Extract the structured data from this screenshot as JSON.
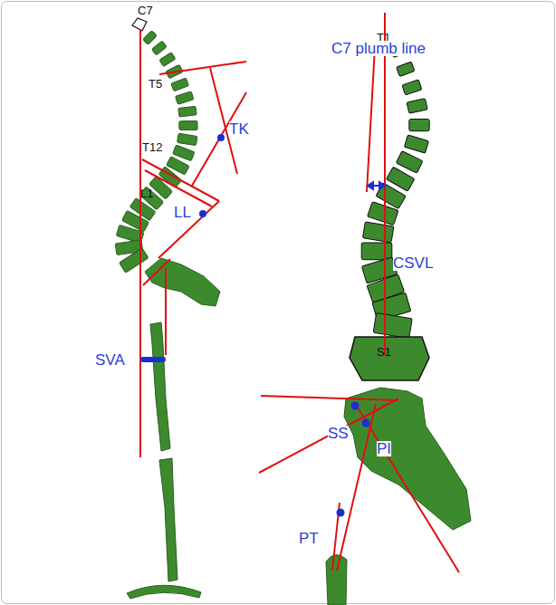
{
  "diagram": {
    "labels": [
      "C7",
      "T5",
      "TK",
      "T12",
      "L1",
      "LL",
      "SVA",
      "T1",
      "C7 plumb line",
      "CSVL",
      "S1",
      "SS",
      "PI",
      "PT"
    ]
  }
}
